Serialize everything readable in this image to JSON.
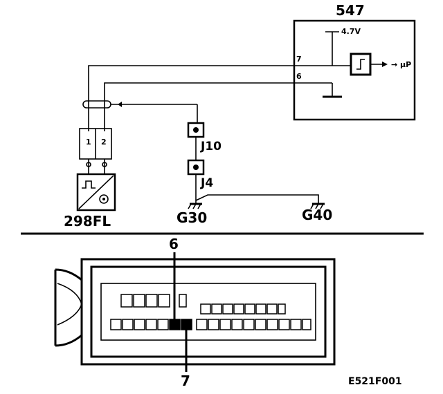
{
  "labels": {
    "ecu": "547",
    "voltage": "4.7V",
    "pin7": "7",
    "pin6": "6",
    "output": "→ µP",
    "conn_pin1": "1",
    "conn_pin2": "2",
    "sensor": "298FL",
    "junction_j10": "J10",
    "junction_j4": "J4",
    "ground_g30": "G30",
    "ground_g40": "G40",
    "callout_top": "6",
    "callout_bottom": "7",
    "figure_id": "E521F001"
  },
  "connector_view": {
    "top_row_pins": 5,
    "mid_row_pins": 8,
    "bottom_row_pins": 17,
    "highlighted_pins": [
      "6",
      "7"
    ]
  }
}
